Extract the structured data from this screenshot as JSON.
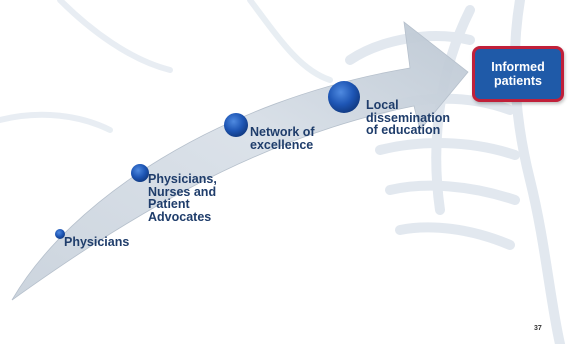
{
  "steps": [
    {
      "label": "Physicians"
    },
    {
      "label": "Physicians,\nNurses and\nPatient\nAdvocates"
    },
    {
      "label": "Network of\nexcellence"
    },
    {
      "label": "Local\ndissemination\nof education"
    }
  ],
  "goal": {
    "label": "Informed\npatients"
  },
  "slide_number": "37",
  "colors": {
    "text": "#1f3d6b",
    "goal_fill": "#1f5aa8",
    "goal_border": "#c0203a",
    "dot": "#1e56b5"
  }
}
